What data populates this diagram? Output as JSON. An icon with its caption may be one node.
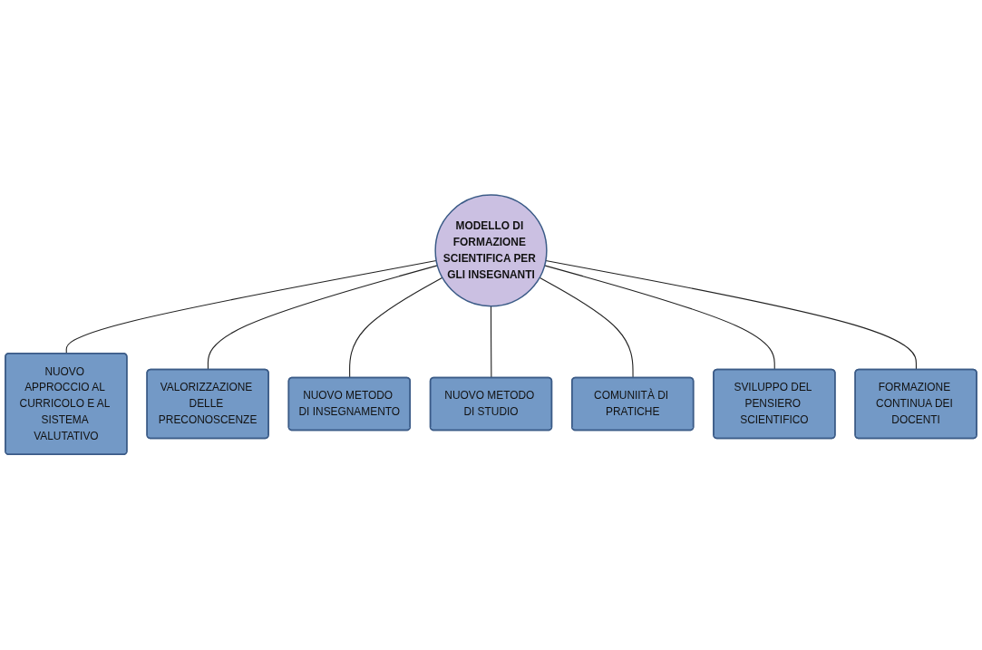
{
  "diagram": {
    "nodes": [
      {
        "text": [
          "NUOVO APPROCCIO AL CURRICOLO E AL SISTEMA VALUTATIVO"
        ]
      },
      {
        "text": [
          "VALORIZZAZIONE DELLE PRECONOSCENZE"
        ]
      },
      {
        "text": [
          "NUOVO METODO DI INSEGNAMENTO"
        ]
      },
      {
        "text": [
          "NUOVO METODO DI STUDIO"
        ]
      },
      {
        "text": [
          "COMUNIITÀ DI PRATICHE"
        ]
      },
      {
        "text": [
          "SVILUPPO DEL PENSIERO SCIENTIFICO"
        ]
      },
      {
        "text": [
          "FORMAZIONE CONTINUA DEI DOCENTI"
        ]
      },
      {
        "text": [
          "MODELLO DI FORMAZIONE SCIENTIFICA PER GLI INSEGNANTI"
        ]
      }
    ],
    "edges": [
      {
        "from": 7,
        "to": 0,
        "arrow": "none"
      },
      {
        "from": 7,
        "to": 1,
        "arrow": "none"
      },
      {
        "from": 7,
        "to": 2,
        "arrow": "none"
      },
      {
        "from": 7,
        "to": 3,
        "arrow": "none"
      },
      {
        "from": 7,
        "to": 4,
        "arrow": "none"
      },
      {
        "from": 7,
        "to": 5,
        "arrow": "none"
      },
      {
        "from": 7,
        "to": 6,
        "arrow": "none"
      }
    ]
  }
}
